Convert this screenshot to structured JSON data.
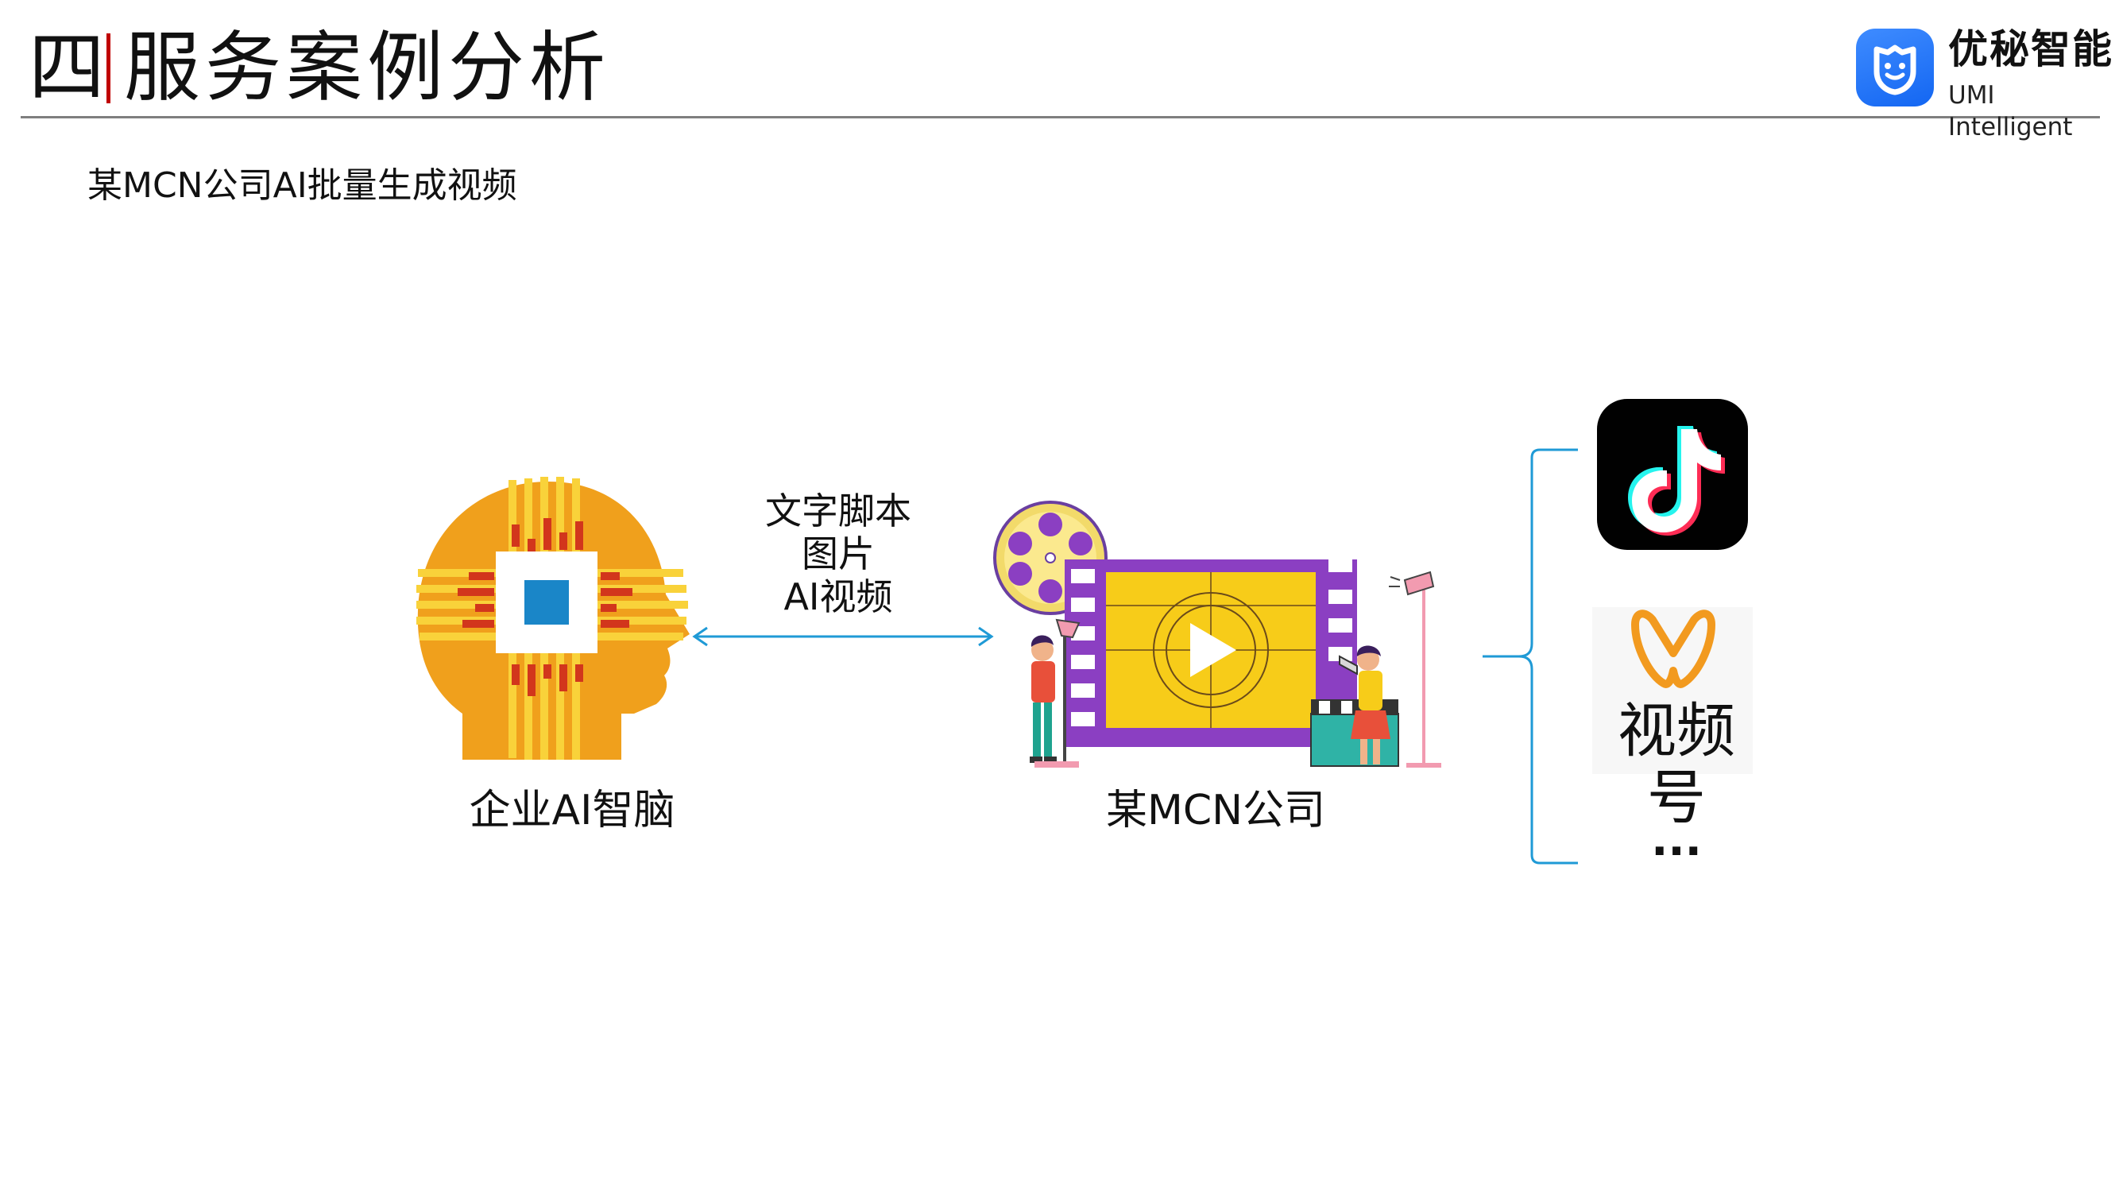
{
  "header": {
    "section_number": "四",
    "title": "服务案例分析"
  },
  "logo": {
    "name_cn": "优秘智能",
    "name_en": "UMI Intelligent",
    "icon": "umi-shield-logo-icon"
  },
  "subtitle": "某MCN公司AI批量生成视频",
  "diagram": {
    "source": {
      "label": "企业AI智脑",
      "icon": "ai-head-chip-icon"
    },
    "exchange": {
      "lines": [
        "文字脚本",
        "图片",
        "AI视频"
      ],
      "icon": "double-headed-arrow-icon"
    },
    "target": {
      "label": "某MCN公司",
      "icon": "film-production-illustration"
    },
    "channels": [
      {
        "icon": "tiktok-icon"
      },
      {
        "label": "视频号",
        "icon": "wechat-channels-icon"
      },
      {
        "label": "..."
      }
    ]
  },
  "colors": {
    "accent_red": "#c00000",
    "arrow_blue": "#1f9ad6",
    "brand_blue": "#1366f2",
    "head_orange": "#f0a01c",
    "film_purple": "#8b3fc2",
    "film_yellow": "#f7cc19",
    "channels_orange": "#f29a1f"
  }
}
